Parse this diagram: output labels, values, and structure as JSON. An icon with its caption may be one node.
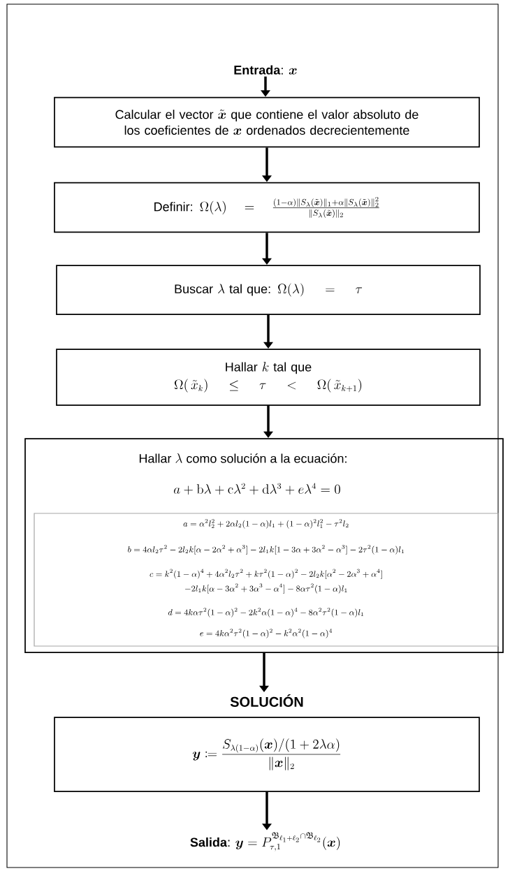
{
  "diagram": {
    "nodes": [
      {
        "text": [
          "**Entrada**:",
          "\\boldsymbol{x}"
        ]
      },
      {
        "text": [
          "Calcular el vector",
          "\\tilde{\\boldsymbol{x}}",
          "que contiene el valor absoluto de los coeficientes de",
          "\\boldsymbol{x}",
          "ordenados decrecientemente"
        ]
      },
      {
        "text": [
          "Definir:",
          "\\Omega(\\lambda) = \\frac{(1-\\alpha)\\|S_\\lambda(\\tilde{\\boldsymbol{x}})\\|_1+\\alpha\\|S_\\lambda(\\tilde{\\boldsymbol{x}})\\|_2^2}{\\|S_\\lambda(\\tilde{\\boldsymbol{x}})\\|_2}"
        ]
      },
      {
        "text": [
          "Buscar",
          "\\lambda",
          "tal que:",
          "\\Omega(\\lambda) = \\tau"
        ]
      },
      {
        "text": [
          "Hallar",
          "k",
          "tal que",
          "\\Omega(\\,\\tilde{x}_k) \\le \\tau < \\Omega(\\,\\tilde{x}_{k+1})"
        ]
      },
      {
        "text": [
          "Hallar",
          "\\lambda",
          "como solución a la ecuación:",
          "a + \\mathrm{b}\\lambda + \\mathrm{c}\\lambda^2 + \\mathrm{d}\\lambda^3 + e\\lambda^4 = 0"
        ]
      },
      {
        "text": [
          "a = \\alpha^2 l_2^2 + 2\\alpha l_2(1-\\alpha)l_1 + (1-\\alpha)^2 l_1^2 - \\tau^2 l_2",
          "b = 4\\alpha l_2\\tau^2 - 2l_2k[\\alpha - 2\\alpha^2 + \\alpha^3] - 2l_1k[1 - 3\\alpha + 3\\alpha^2 - \\alpha^3] - 2\\tau^2(1-\\alpha)l_1",
          "\\begin{gathered}c = k^2(1-\\alpha)^4 + 4\\alpha^2 l_2\\tau^2 + k\\tau^2(1-\\alpha)^2 - 2l_2k[\\alpha^2 - 2\\alpha^3 + \\alpha^4]\\\\ -2l_1k[\\alpha - 3\\alpha^2 + 3\\alpha^3 - \\alpha^4] - 8\\alpha\\tau^2(1-\\alpha)l_1\\end{gathered}",
          "d = 4k\\alpha\\tau^2(1-\\alpha)^2 - 2k^2\\alpha(1-\\alpha)^4 - 8\\alpha^2\\tau^2(1-\\alpha)l_1",
          "e = 4k\\alpha^2\\tau^2(1-\\alpha)^2 - k^2\\alpha^2(1-\\alpha)^4"
        ],
        "in": 5
      },
      {
        "text": [
          "SOLUCIÓN",
          "\\boldsymbol{y} \\coloneqq \\frac{S_{\\lambda(1-\\alpha)}(\\boldsymbol{x})/(1+2\\lambda\\alpha)}{\\|\\boldsymbol{x}\\|_2}"
        ]
      },
      {
        "text": [
          "**Salida**:",
          "\\boldsymbol{y} = P_{\\tau,1}^{\\mathfrak{B}_{\\ell_1+\\ell_2}\\cap\\mathfrak{B}_{\\ell_2}}(\\boldsymbol{x})"
        ]
      }
    ],
    "edges": [
      {
        "from": 0,
        "to": 1,
        "arrow": "to"
      },
      {
        "from": 1,
        "to": 2,
        "arrow": "to"
      },
      {
        "from": 2,
        "to": 3,
        "arrow": "to"
      },
      {
        "from": 3,
        "to": 4,
        "arrow": "to"
      },
      {
        "from": 4,
        "to": 5,
        "arrow": "to"
      },
      {
        "from": 5,
        "to": 7,
        "arrow": "to"
      },
      {
        "from": 7,
        "to": 8,
        "arrow": "to"
      }
    ]
  }
}
